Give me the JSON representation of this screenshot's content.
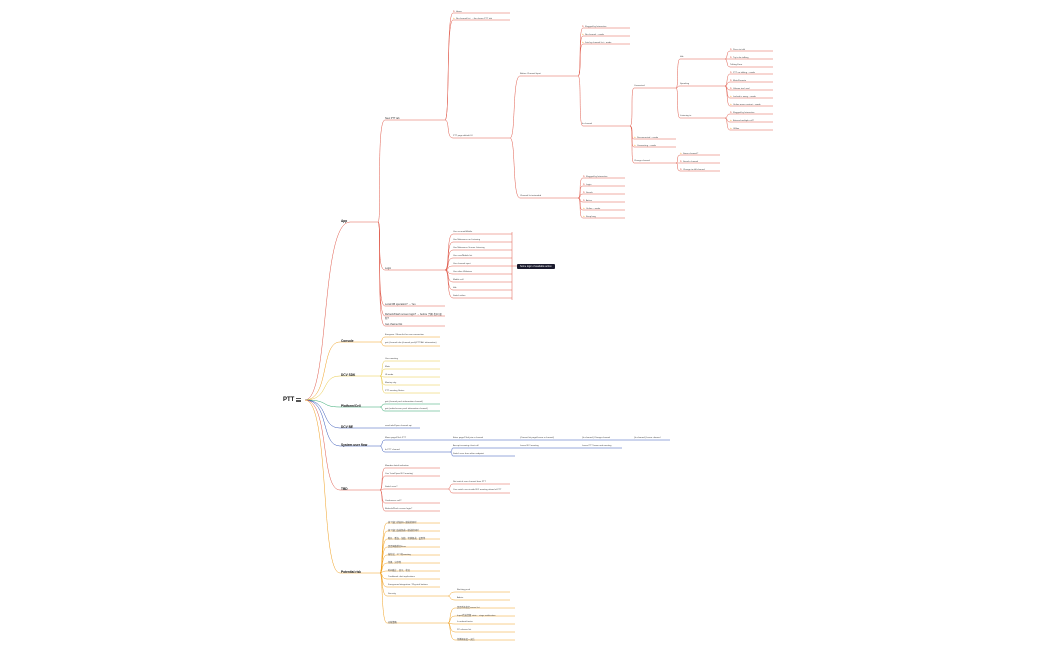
{
  "root": {
    "title": "PTT"
  },
  "callout": {
    "text": "Some logic of available action"
  },
  "app": {
    "label": "App",
    "children": {
      "new_ptt_tab": "New PTT tab",
      "login": "Login",
      "local_db": "Local DB operation? → Yes",
      "refresh": "Refresh/Flash screen login? → before 了解 也同 更新?",
      "get_channel_list": "Get channel list"
    },
    "new_ptt_tab_children": {
      "home": "Home",
      "no_channel": "No channel list → the shows PTT tab",
      "ptt_page": "PTT page default UI"
    },
    "ptt_page_children": {
      "before_join": "Before Channel Input",
      "channel_expanded": "Channel list extended"
    },
    "before_join_items": [
      "Flagged by Interactive",
      "No channel – mode",
      "Join by channel list – mode"
    ],
    "in_channel": "In channel",
    "connected": "Connected",
    "disconnected": "Disconnected – mode",
    "connecting": "Connecting – mode",
    "change_channel": "Change channel",
    "idle": "Idle",
    "idle_items": [
      "Press to talk",
      "Try to be talking",
      "Talking Error"
    ],
    "speaking": "Speaking",
    "speaking_items": [
      "PTT on talking – mode",
      "Mute/Unmute",
      "Volume too Loud",
      "Locked is away – mode",
      "Online more content – mode"
    ],
    "receiving": "Listening to",
    "receiving_items": [
      "Flagged by Interactive",
      "Entered multiple call?",
      "Offline"
    ],
    "change_channel_items": [
      "Some channel?",
      "Search channel",
      "Change to diff channel"
    ],
    "channel_expanded_items": [
      "Flagged by Interactive",
      "Login",
      "Search",
      "Active",
      "Online – mode",
      "Keep long"
    ],
    "login_items": [
      "Use account/Mobile",
      "Use Metaverse on Listening",
      "Use Metaverse Screen Listening",
      "Use user/Mobile list",
      "Use channel input",
      "Use other Webview",
      "Mobile call",
      "Idle",
      "Switch video"
    ]
  },
  "console": {
    "label": "Console",
    "items": [
      "Everyone / Show list for new connection",
      "get (channel info (channel push)PTT/ALI information)"
    ]
  },
  "dcv_sdk": {
    "label": "DCV SDK",
    "items": [
      "User meeting",
      "Mute",
      "UI mode",
      "Meetup city",
      "PTT meeting Status"
    ]
  },
  "platform_cell": {
    "label": "Platform/Cell",
    "items": [
      "get (channel push information channel)",
      "get (audio/screen push information channel)"
    ]
  },
  "dcv_be": {
    "label": "DCV BE",
    "items": [
      "send info/Open channel api"
    ]
  },
  "system_user_flow": {
    "label": "System user flow",
    "row1": [
      "Mean page/Click PTT",
      "Enter page/Click join a channel",
      "(Cannot list page/Leave a channel)",
      "(In channel) Change channel",
      "(In channel) Leave channel"
    ],
    "row2_label": "In PTT channel",
    "row2": [
      "Accept incoming client call",
      "Switch user from other endpoint",
      "Leave RCI meeting",
      "Leave PTT home and meeting"
    ]
  },
  "tbd": {
    "label": "TBD",
    "items": [
      "Member detail indication",
      "Can 'Join/Open RCI meeting'",
      "Switch user?",
      "Conference call?",
      "Refresh/Flash screen login?"
    ],
    "switch_user_items": [
      "Not switch user channel from PTT",
      "Can switch user inside RCI meeting attend of PTT"
    ]
  },
  "potential_risk": {
    "label": "Potential risk",
    "items": [
      "多个窗口状态同一频道的同时",
      "多个窗口连接频道一频道的同时",
      "断开、重连、加锁、切换频道、设置等",
      "是否网络断开Error",
      "按住说、PTT内meeting",
      "切换、分享等",
      "时间截止、显示、状况",
      "Traditional chat implications",
      "Foreground integration / Physical buttons",
      "Security",
      "功能策略"
    ],
    "security_items": [
      "Backing push",
      "Admin"
    ],
    "strategy_items": [
      "是否所有指定server list",
      "Input/传送音频 state – stage notification",
      "Is android tester",
      "PC release list",
      "切换框速及一天后"
    ]
  }
}
